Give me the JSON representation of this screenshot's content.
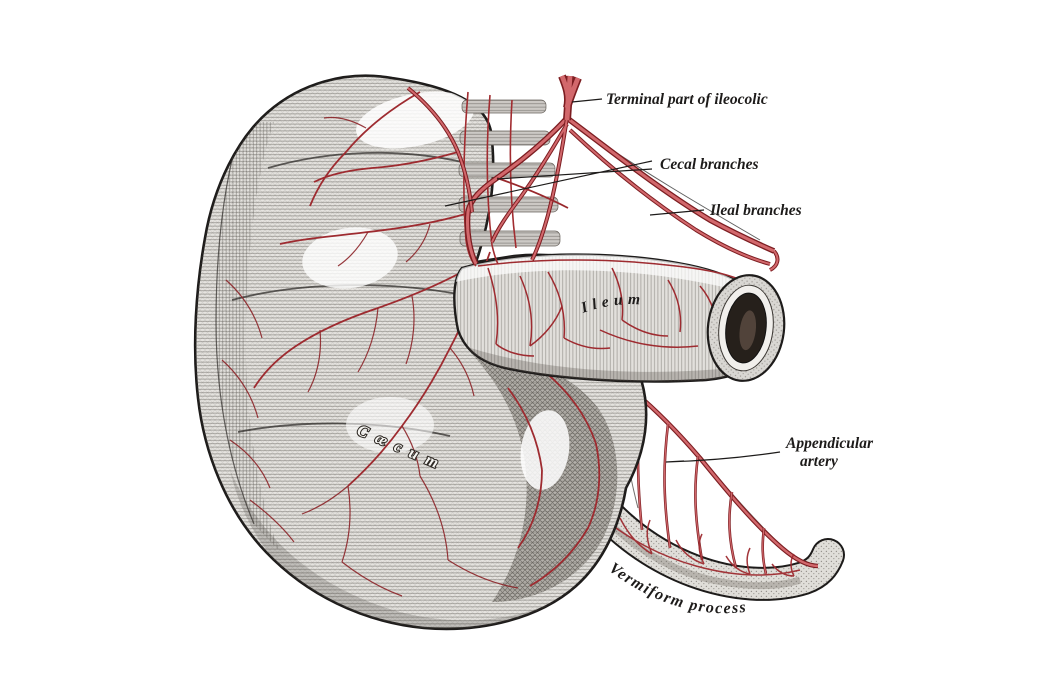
{
  "illustration": {
    "labels": {
      "terminal_ileocolic": "Terminal part of ileocolic",
      "cecal_branches": "Cecal branches",
      "ileal_branches": "Ileal branches",
      "ileum": "Ileum",
      "cecum": "Cæcum",
      "appendicular_line1": "Appendicular",
      "appendicular_line2": "artery",
      "vermiform_process": "Vermiform process"
    },
    "colors": {
      "paper": "#ffffff",
      "engraving_ink": "#1d1b1a",
      "tissue_gray": "#e6e4e0",
      "artery_fill": "#d2686c",
      "artery_outline": "#7c1d21",
      "small_vessel": "#9e2b30"
    }
  }
}
